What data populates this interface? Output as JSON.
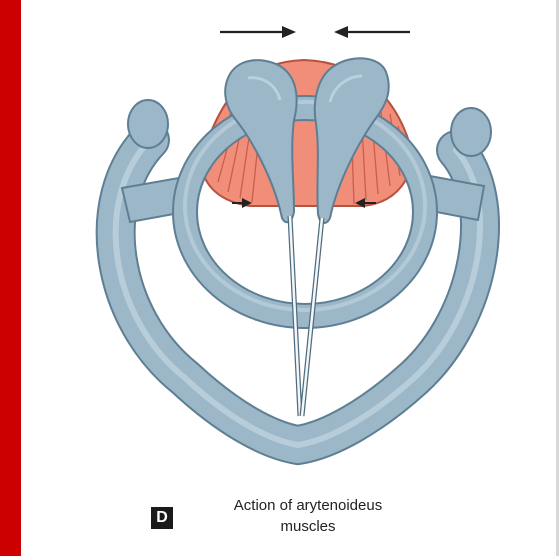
{
  "panel_letter": "D",
  "caption": {
    "line1": "Action of arytenoideus",
    "line2": "muscles"
  },
  "colors": {
    "side_band": "#cc0000",
    "cartilage_fill": "#9bb7c8",
    "cartilage_stroke": "#5e7f93",
    "muscle_fill": "#f08e7a",
    "muscle_stroke": "#b8513f",
    "arrow": "#222222"
  },
  "icons": [
    "arrow-right-icon",
    "arrow-left-icon"
  ]
}
